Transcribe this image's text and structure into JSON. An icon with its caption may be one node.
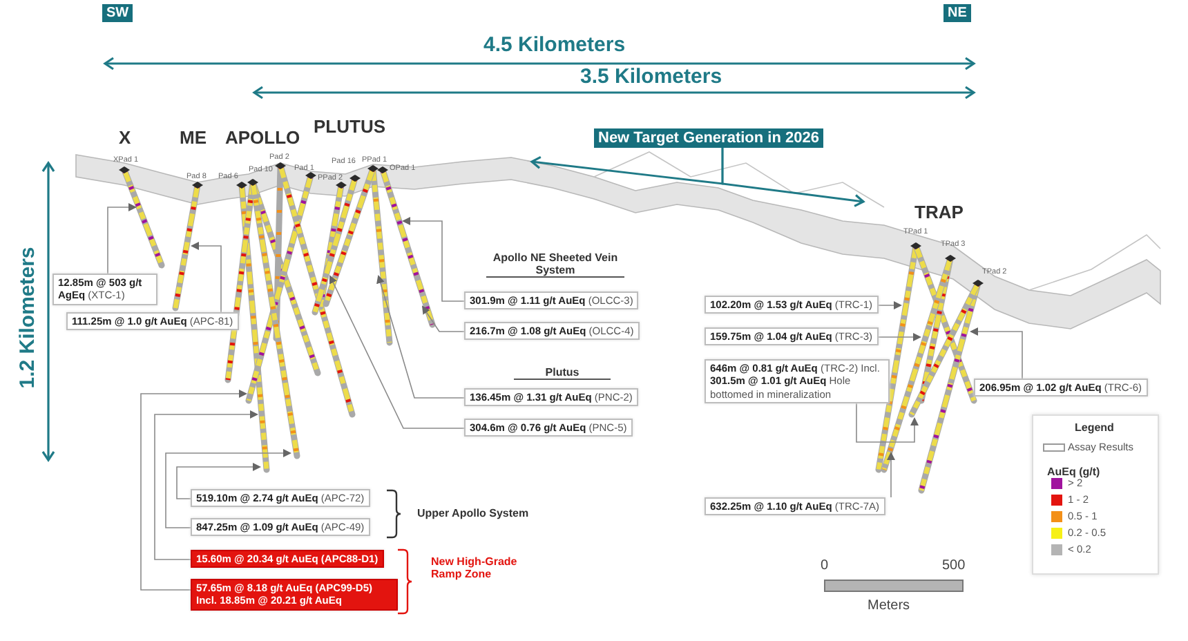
{
  "diagram": {
    "nodes": [
      {
        "text": [
          "SW"
        ]
      },
      {
        "text": [
          "NE"
        ]
      },
      {
        "text": [
          "New Target Generation in 2026"
        ]
      },
      {
        "text": [
          "**12.85m @ 503 g/t AgEq** (XTC-1)"
        ]
      },
      {
        "text": [
          "**111.25m @ 1.0 g/t AuEq** (APC-81)"
        ]
      },
      {
        "text": [
          "**301.9m @ 1.11 g/t AuEq** (OLCC-3)"
        ]
      },
      {
        "text": [
          "**216.7m @ 1.08 g/t AuEq** (OLCC-4)"
        ]
      },
      {
        "text": [
          "**136.45m @ 1.31 g/t AuEq** (PNC-2)"
        ]
      },
      {
        "text": [
          "**304.6m @ 0.76 g/t AuEq** (PNC-5)"
        ]
      },
      {
        "text": [
          "**519.10m @ 2.74 g/t AuEq** (APC-72)"
        ]
      },
      {
        "text": [
          "**847.25m @ 1.09 g/t AuEq** (APC-49)"
        ]
      },
      {
        "text": [
          "15.60m @ 20.34 g/t AuEq (APC88-D1)"
        ]
      },
      {
        "text": [
          "57.65m @ 8.18 g/t AuEq (APC99-D5) Incl. 18.85m @ 20.21 g/t AuEq"
        ]
      },
      {
        "text": [
          "**102.20m @ 1.53 g/t AuEq** (TRC-1)"
        ]
      },
      {
        "text": [
          "**159.75m @ 1.04 g/t AuEq** (TRC-3)"
        ]
      },
      {
        "text": [
          "**646m @ 0.81 g/t AuEq** (TRC-2) Incl. **301.5m @ 1.01 g/t AuEq** Hole bottomed in mineralization"
        ]
      },
      {
        "text": [
          "**206.95m @ 1.02 g/t AuEq** (TRC-6)"
        ]
      },
      {
        "text": [
          "**632.25m @ 1.10 g/t AuEq** (TRC-7A)"
        ]
      }
    ],
    "edges": [
      {
        "from": 2,
        "to": null,
        "arrow": "to",
        "color": "#1f7a87"
      },
      {
        "from": 2,
        "to": null,
        "arrow": "to",
        "color": "#1f7a87"
      },
      {
        "from": 3,
        "to": null,
        "arrow": "to"
      },
      {
        "from": 4,
        "to": null,
        "arrow": "to"
      },
      {
        "from": 5,
        "to": null,
        "arrow": "to"
      },
      {
        "from": 6,
        "to": null,
        "arrow": "to"
      },
      {
        "from": 7,
        "to": null,
        "arrow": "to"
      },
      {
        "from": 8,
        "to": null,
        "arrow": "to"
      },
      {
        "from": 9,
        "to": null,
        "arrow": "to"
      },
      {
        "from": 10,
        "to": null,
        "arrow": "to"
      },
      {
        "from": 11,
        "to": null,
        "arrow": "to"
      },
      {
        "from": 12,
        "to": null,
        "arrow": "to"
      },
      {
        "from": 13,
        "to": null,
        "arrow": "to"
      },
      {
        "from": 14,
        "to": null,
        "arrow": "to"
      },
      {
        "from": 15,
        "to": null,
        "arrow": "to"
      },
      {
        "from": 16,
        "to": null,
        "arrow": "to"
      },
      {
        "from": 17,
        "to": null,
        "arrow": "to"
      }
    ],
    "labels": [
      "4.5 Kilometers",
      "3.5 Kilometers",
      "X",
      "ME",
      "APOLLO",
      "PLUTUS",
      "XPad 1",
      "Pad 8",
      "Pad 6",
      "Pad 10",
      "Pad 2",
      "Pad 1",
      "PPad 2",
      "Pad 16",
      "PPad 1",
      "OPad 1",
      "TRAP",
      "TPad 1",
      "TPad 3",
      "TPad 2",
      "1.2 Kilometers",
      "Apollo NE Sheeted Vein System",
      "Plutus",
      "Upper Apollo System",
      "New High-Grade Ramp Zone",
      "Legend",
      "AuEq (g/t)",
      "0",
      "500",
      "Meters"
    ],
    "legend": [
      {
        "text": "Assay Results"
      },
      {
        "text": "> 2",
        "color": "#a0139e"
      },
      {
        "text": "1 - 2",
        "color": "#e3140f"
      },
      {
        "text": "0.5 - 1",
        "color": "#f39019"
      },
      {
        "text": "0.2 - 0.5",
        "color": "#f6f017"
      },
      {
        "text": "< 0.2",
        "color": "#b4b4b4"
      }
    ]
  }
}
